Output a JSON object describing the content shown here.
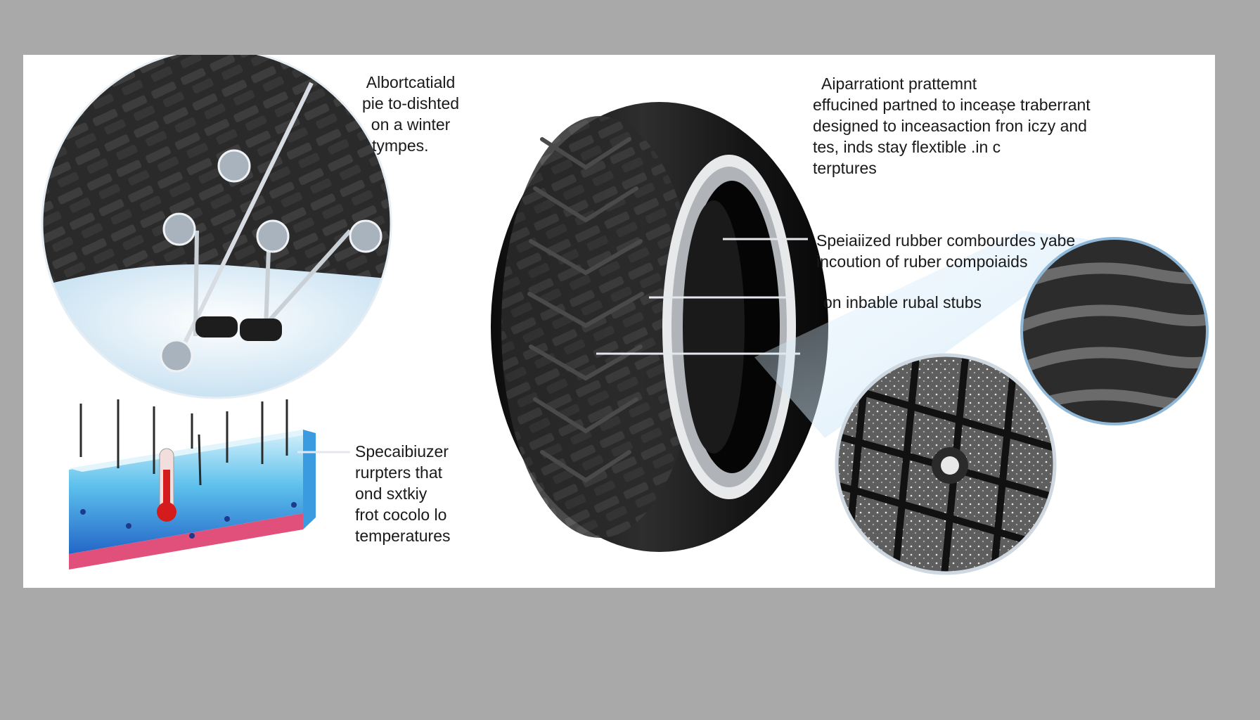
{
  "colors": {
    "background": "#a9a9a9",
    "panel": "#ffffff",
    "tire": "#141414",
    "snow": "#d9ecf8",
    "ice_top": "#bfe6f7",
    "ice_blue": "#2a8fdc",
    "ice_base": "#e0507a",
    "thermometer": "#d41c1c",
    "leader_line": "#c8d8e8"
  },
  "icons": {
    "stud_closeup": "circle-tread-closeup-with-studs",
    "ice_block": "ice-layer-block-with-thermometer",
    "tire": "winter-tire-side-view",
    "tread_closeup": "circle-tread-closeup",
    "stud_detail": "circle-stud-detail"
  },
  "labels": {
    "top_left": [
      "Albortcatiald",
      "pie to-dishted",
      "on a winter",
      "tympes."
    ],
    "top_right": [
      "Aiparrationt prattemnt",
      "effucined partned to inceașe traberrant",
      "designed to inceasaction fron iczy and",
      "tes, inds stay flextible .in c",
      "terptures"
    ],
    "middle_right": [
      "Speiaiized rubber combourdes yabe",
      "incoution of ruber compoiaids"
    ],
    "middle_right_2": [
      "on inbable rubal stubs"
    ],
    "bottom_left": [
      "Specaibiuzer",
      "rurpters that",
      "ond sxtkiy",
      "frot cocolo lo",
      "temperatures"
    ]
  }
}
